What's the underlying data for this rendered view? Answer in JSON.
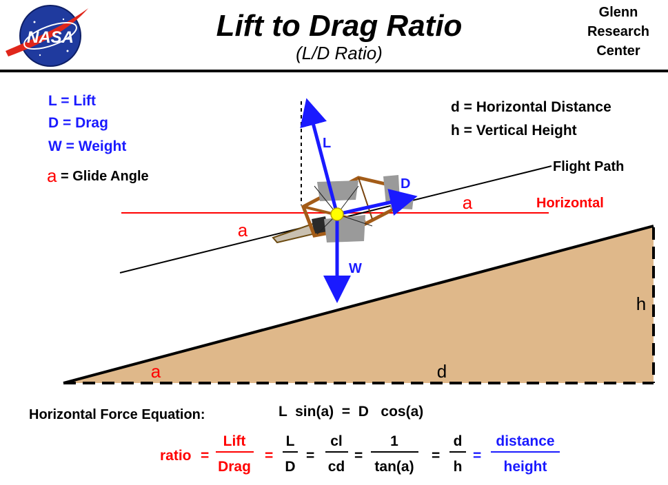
{
  "header": {
    "logo_text": "NASA",
    "title": "Lift to Drag Ratio",
    "subtitle": "(L/D Ratio)",
    "center_line1": "Glenn",
    "center_line2": "Research",
    "center_line3": "Center"
  },
  "legend_left": {
    "lift": "L = Lift",
    "drag": "D = Drag",
    "weight": "W = Weight",
    "angle_symbol": "a",
    "angle_text": "= Glide  Angle"
  },
  "legend_right": {
    "distance": "d = Horizontal Distance",
    "height": "h = Vertical Height"
  },
  "diagram": {
    "flight_path_label": "Flight Path",
    "horizontal_label": "Horizontal",
    "angle_label_path_left": "a",
    "angle_label_path_right": "a",
    "angle_label_slope": "a",
    "lift_label": "L",
    "drag_label": "D",
    "weight_label": "W",
    "distance_label": "d",
    "height_label": "h"
  },
  "equations": {
    "horizontal_force_label": "Horizontal Force Equation:",
    "horizontal_force_eq": "L  sin(a)  =  D   cos(a)",
    "ratio_word": "ratio",
    "eq1": "=",
    "lift_num": "Lift",
    "drag_den": "Drag",
    "eq2": "=",
    "l_num": "L",
    "d_den": "D",
    "eq3": "=",
    "cl_num": "cl",
    "cd_den": "cd",
    "eq4": "=",
    "one_num": "1",
    "tan_den": "tan(a)",
    "eq5": "=",
    "d_num": "d",
    "h_den": "h",
    "eq6": "=",
    "distance_num": "distance",
    "height_den": "height"
  },
  "colors": {
    "blue": "#1a1aff",
    "red": "#ff0000",
    "ground": "#dfb88a",
    "black": "#000000"
  }
}
